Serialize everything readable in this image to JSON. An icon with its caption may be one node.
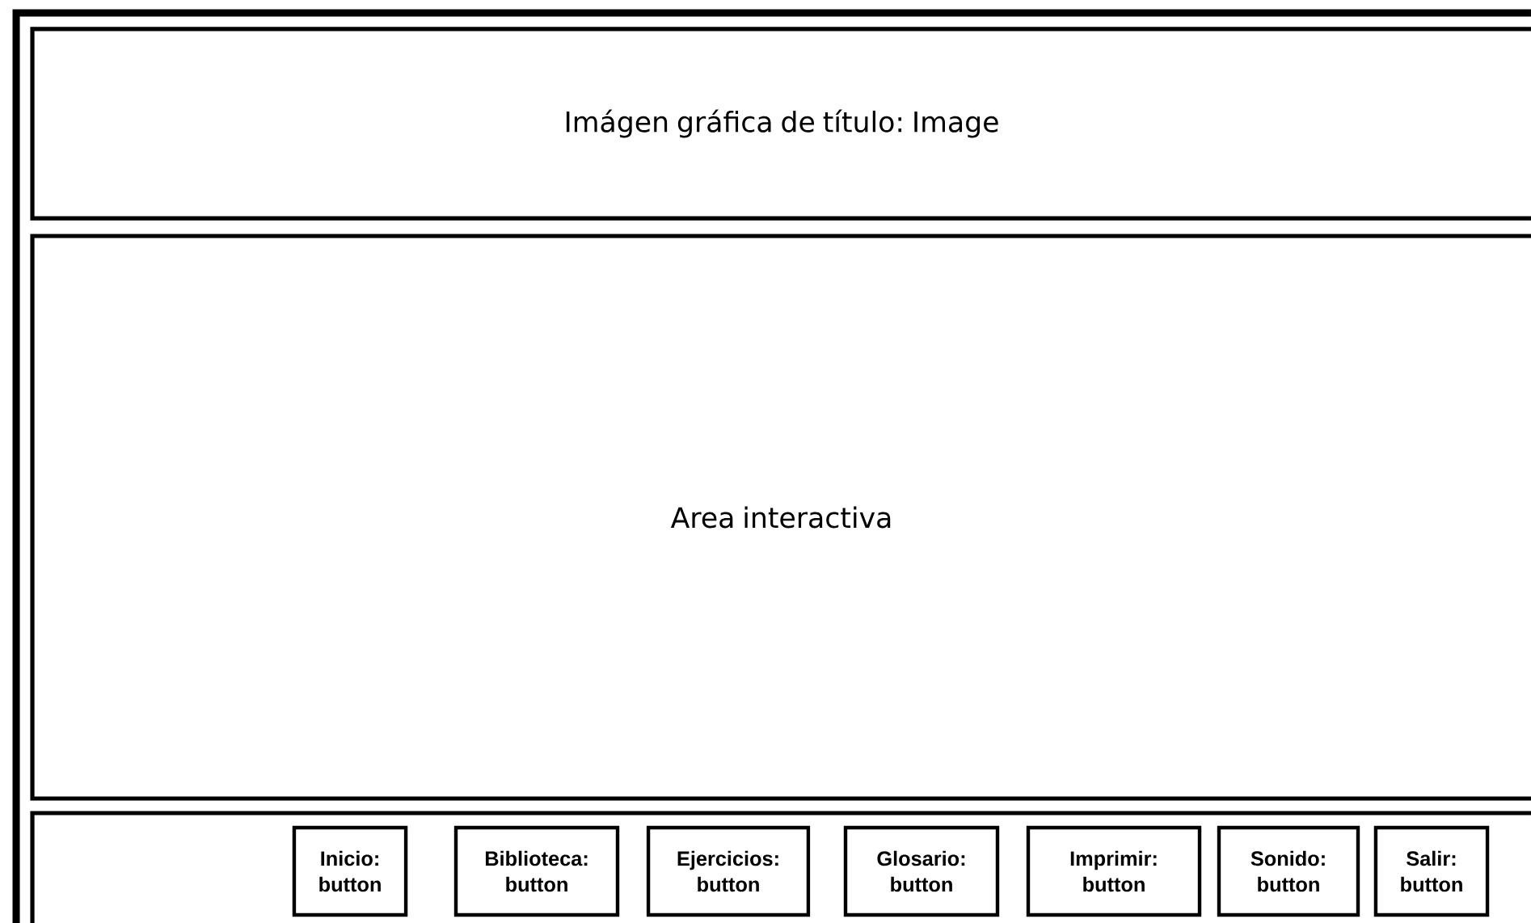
{
  "diagram": {
    "nodes": [
      {
        "text": [],
        "shape": "box"
      },
      {
        "text": [
          "Imágen gráfica de título: Image"
        ],
        "in": 0
      },
      {
        "text": [
          "Area interactiva"
        ],
        "in": 0
      },
      {
        "text": [],
        "shape": "box",
        "in": 0
      },
      {
        "text": [
          "Inicio: button"
        ],
        "in": 3
      },
      {
        "text": [
          "Biblioteca: button"
        ],
        "in": 3
      },
      {
        "text": [
          "Ejercicios: button"
        ],
        "in": 3
      },
      {
        "text": [
          "Glosario: button"
        ],
        "in": 3
      },
      {
        "text": [
          "Imprimir: button"
        ],
        "in": 3
      },
      {
        "text": [
          "Sonido: button"
        ],
        "in": 3
      },
      {
        "text": [
          "Salir: button"
        ],
        "in": 3
      }
    ]
  }
}
